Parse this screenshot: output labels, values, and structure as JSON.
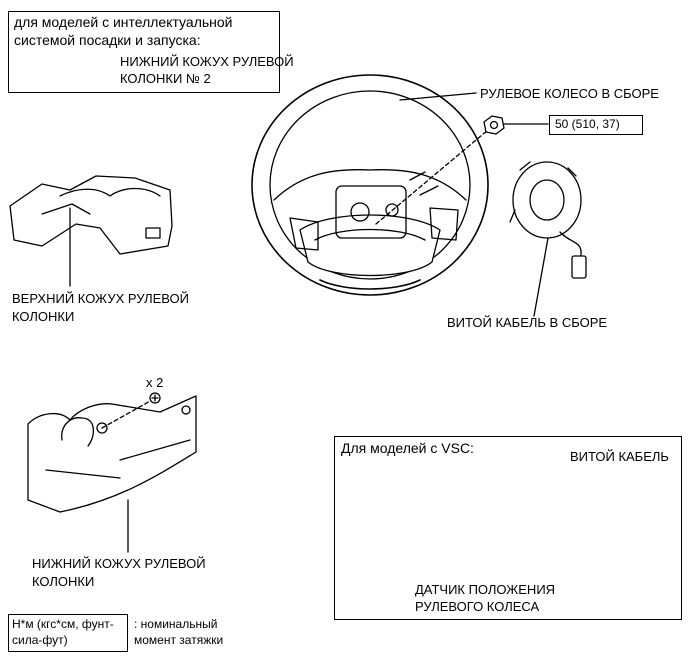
{
  "smart_entry_box": {
    "line1": "для моделей с интеллектуальной",
    "line2": "системой посадки и запуска:",
    "part_line1": "НИЖНИЙ КОЖУХ РУЛЕВОЙ",
    "part_line2": "КОЛОНКИ № 2"
  },
  "labels": {
    "steering_wheel": "РУЛЕВОЕ КОЛЕСО В СБОРЕ",
    "torque_value": "50 (510, 37)",
    "spiral_cable_assy": "ВИТОЙ КАБЕЛЬ В СБОРЕ",
    "upper_cover_line1": "ВЕРХНИЙ КОЖУХ РУЛЕВОЙ",
    "upper_cover_line2": "КОЛОНКИ",
    "screw_count": "x 2",
    "lower_cover_line1": "НИЖНИЙ КОЖУХ РУЛЕВОЙ",
    "lower_cover_line2": "КОЛОНКИ"
  },
  "vsc_box": {
    "title": "Для моделей с VSC:",
    "spiral_cable": "ВИТОЙ КАБЕЛЬ",
    "sensor_line1": "ДАТЧИК ПОЛОЖЕНИЯ",
    "sensor_line2": "РУЛЕВОГО КОЛЕСА"
  },
  "legend": {
    "unit_line1": "Н*м (кгс*см, фунт-",
    "unit_line2": "сила-фут)",
    "desc_line1": ": номинальный",
    "desc_line2": "момент затяжки"
  }
}
